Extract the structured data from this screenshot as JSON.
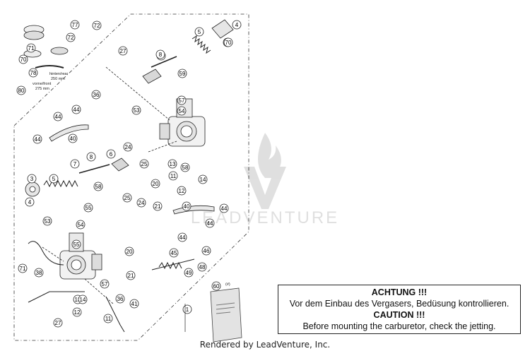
{
  "diagram": {
    "callouts": [
      "1",
      "3",
      "4",
      "4",
      "5",
      "5",
      "6",
      "6",
      "7",
      "7",
      "8",
      "8",
      "11",
      "11",
      "12",
      "12",
      "13",
      "13",
      "14",
      "14",
      "20",
      "20",
      "21",
      "21",
      "24",
      "24",
      "25",
      "25",
      "27",
      "27",
      "36",
      "36",
      "38",
      "40",
      "40",
      "41",
      "44",
      "44",
      "44",
      "44",
      "44",
      "44",
      "45",
      "46",
      "48",
      "49",
      "53",
      "53",
      "54",
      "54",
      "55",
      "55",
      "57",
      "57",
      "58",
      "58",
      "59",
      "60",
      "70",
      "70",
      "71",
      "71",
      "72",
      "72",
      "77",
      "78",
      "80"
    ],
    "hose_label_upper": [
      "hinten/rear",
      "250 mm"
    ],
    "hose_label_lower": [
      "vorne/front",
      "275 mm"
    ],
    "kit_marker": "(#)"
  },
  "warning": {
    "line1": "ACHTUNG !!!",
    "line2": "Vor dem Einbau des Vergasers, Bedüsung kontrollieren.",
    "line3": "CAUTION !!!",
    "line4": "Before mounting the carburetor, check the jetting."
  },
  "watermark_text": "LEADVENTURE",
  "footer": "Rendered by LeadVenture, Inc."
}
